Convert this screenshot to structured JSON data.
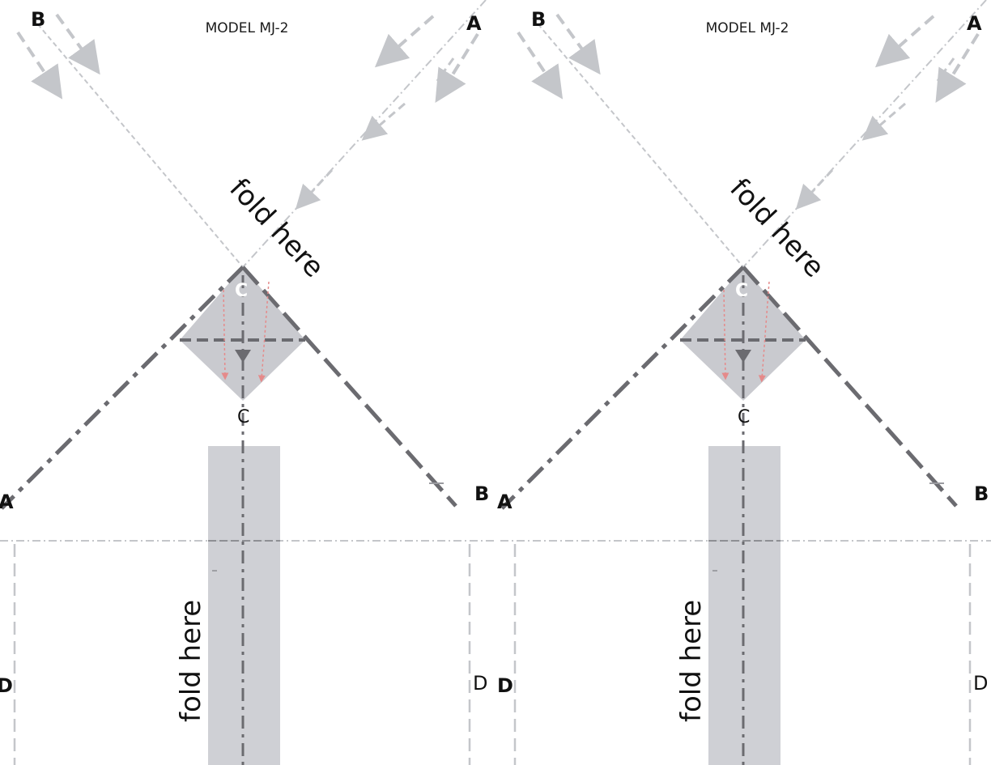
{
  "sheet": {
    "title": "MODEL MJ-2",
    "fold_label": "fold here",
    "label_a": "A",
    "label_b": "B",
    "label_c": "C",
    "label_d": "D"
  },
  "colors": {
    "fold_line_dark": "#6b6b70",
    "guide_line_light": "#c4c6ca",
    "shade_fill": "#cfd0d5",
    "arrow_red": "#e58a8a",
    "text": "#111111"
  }
}
